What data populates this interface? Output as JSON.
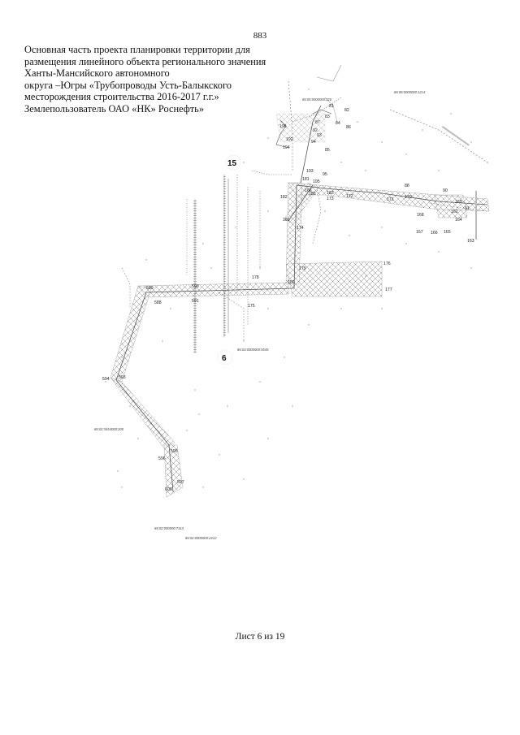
{
  "page_number": "883",
  "title_lines": [
    "Основная часть проекта планировки территории для",
    "размещения линейного объекта регионального значения",
    "Ханты-Мансийского автономного",
    "округа –Югры «Трубопроводы Усть-Балыкского",
    "месторождения строительства 2016-2017 г.г.»",
    "Землепользователь ОАО «НК» Роснефть»"
  ],
  "map": {
    "big_labels": [
      "15",
      "6"
    ],
    "cadastral_labels": [
      "86:08:0000000:1214",
      "86:05:0000000:326",
      "86:03:0000000:5545",
      "86:02:3454000:200",
      "86:02:000000:7113",
      "86:02:0000000:2412"
    ],
    "point_labels": [
      "81",
      "82",
      "83",
      "84",
      "85",
      "86",
      "87",
      "88",
      "90",
      "91",
      "92",
      "93",
      "94",
      "95",
      "196",
      "192",
      "193",
      "194",
      "195",
      "186",
      "182",
      "183",
      "185",
      "173",
      "172",
      "171",
      "170",
      "169",
      "168",
      "167",
      "166",
      "165",
      "164",
      "163",
      "161",
      "162",
      "174",
      "178",
      "179",
      "180",
      "176",
      "177",
      "175",
      "181",
      "590",
      "589",
      "588",
      "591",
      "592",
      "593",
      "594",
      "595",
      "596",
      "597",
      "600"
    ]
  },
  "footer": "Лист 6 из 19"
}
